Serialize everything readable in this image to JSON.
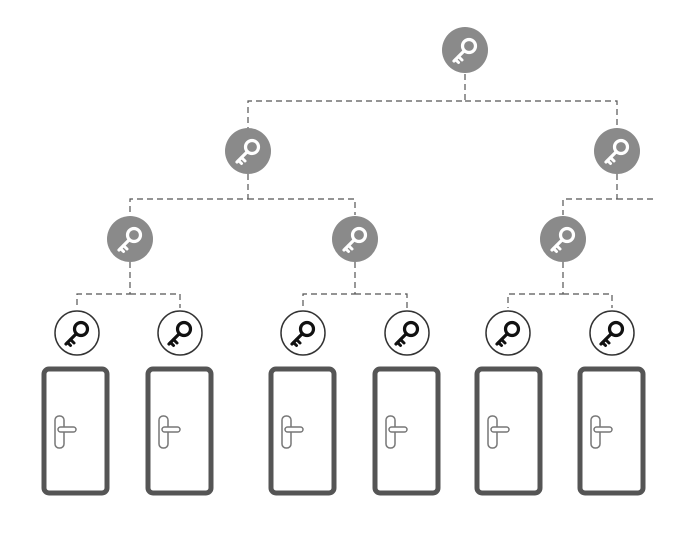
{
  "diagram": {
    "title": "",
    "colors": {
      "master_key_fill": "#8a8a8a",
      "master_key_glyph": "#ffffff",
      "leaf_key_fill": "#ffffff",
      "leaf_key_glyph": "#111111",
      "door_frame": "#555555",
      "connector": "#555555"
    },
    "icons": {
      "master_key": "key-icon",
      "leaf_key": "key-icon",
      "door": "door-icon"
    },
    "hierarchy": {
      "root": "grand-master-key",
      "master_keys": [
        "master-key-left",
        "master-key-right"
      ],
      "sub_master_keys": [
        "sub-master-key-1",
        "sub-master-key-2",
        "sub-master-key-3"
      ],
      "door_keys": [
        "door-key-1",
        "door-key-2",
        "door-key-3",
        "door-key-4",
        "door-key-5",
        "door-key-6"
      ],
      "doors": [
        "door-1",
        "door-2",
        "door-3",
        "door-4",
        "door-5",
        "door-6"
      ],
      "note": ""
    }
  }
}
